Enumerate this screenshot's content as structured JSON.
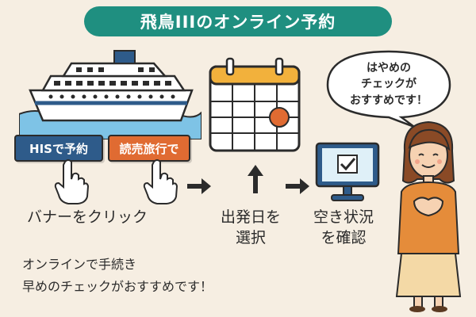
{
  "title": "飛鳥IIIのオンライン予約",
  "buttons": {
    "his": "HISで予約",
    "yomiuri": "読売旅行で"
  },
  "steps": {
    "click": "バナーをクリック",
    "date_line1": "出発日を",
    "date_line2": "選択",
    "status_line1": "空き状況",
    "status_line2": "を確認"
  },
  "bubble": {
    "line1": "はやめの",
    "line2": "チェックが",
    "line3": "おすすめです！"
  },
  "note": {
    "line1": "オンラインで手続き",
    "line2": "早めのチェックがおすすめです！"
  },
  "icons": [
    "cruise-ship-icon",
    "pointing-hand-icon",
    "calendar-icon",
    "monitor-check-icon",
    "arrow-right-icon",
    "arrow-up-icon"
  ],
  "colors": {
    "background": "#f6eee2",
    "title_pill": "#1f8f80",
    "his_button": "#2e5b8a",
    "yomiuri_button": "#e06b32",
    "water": "#7ec3e6",
    "calendar_mark": "#e06b32"
  }
}
